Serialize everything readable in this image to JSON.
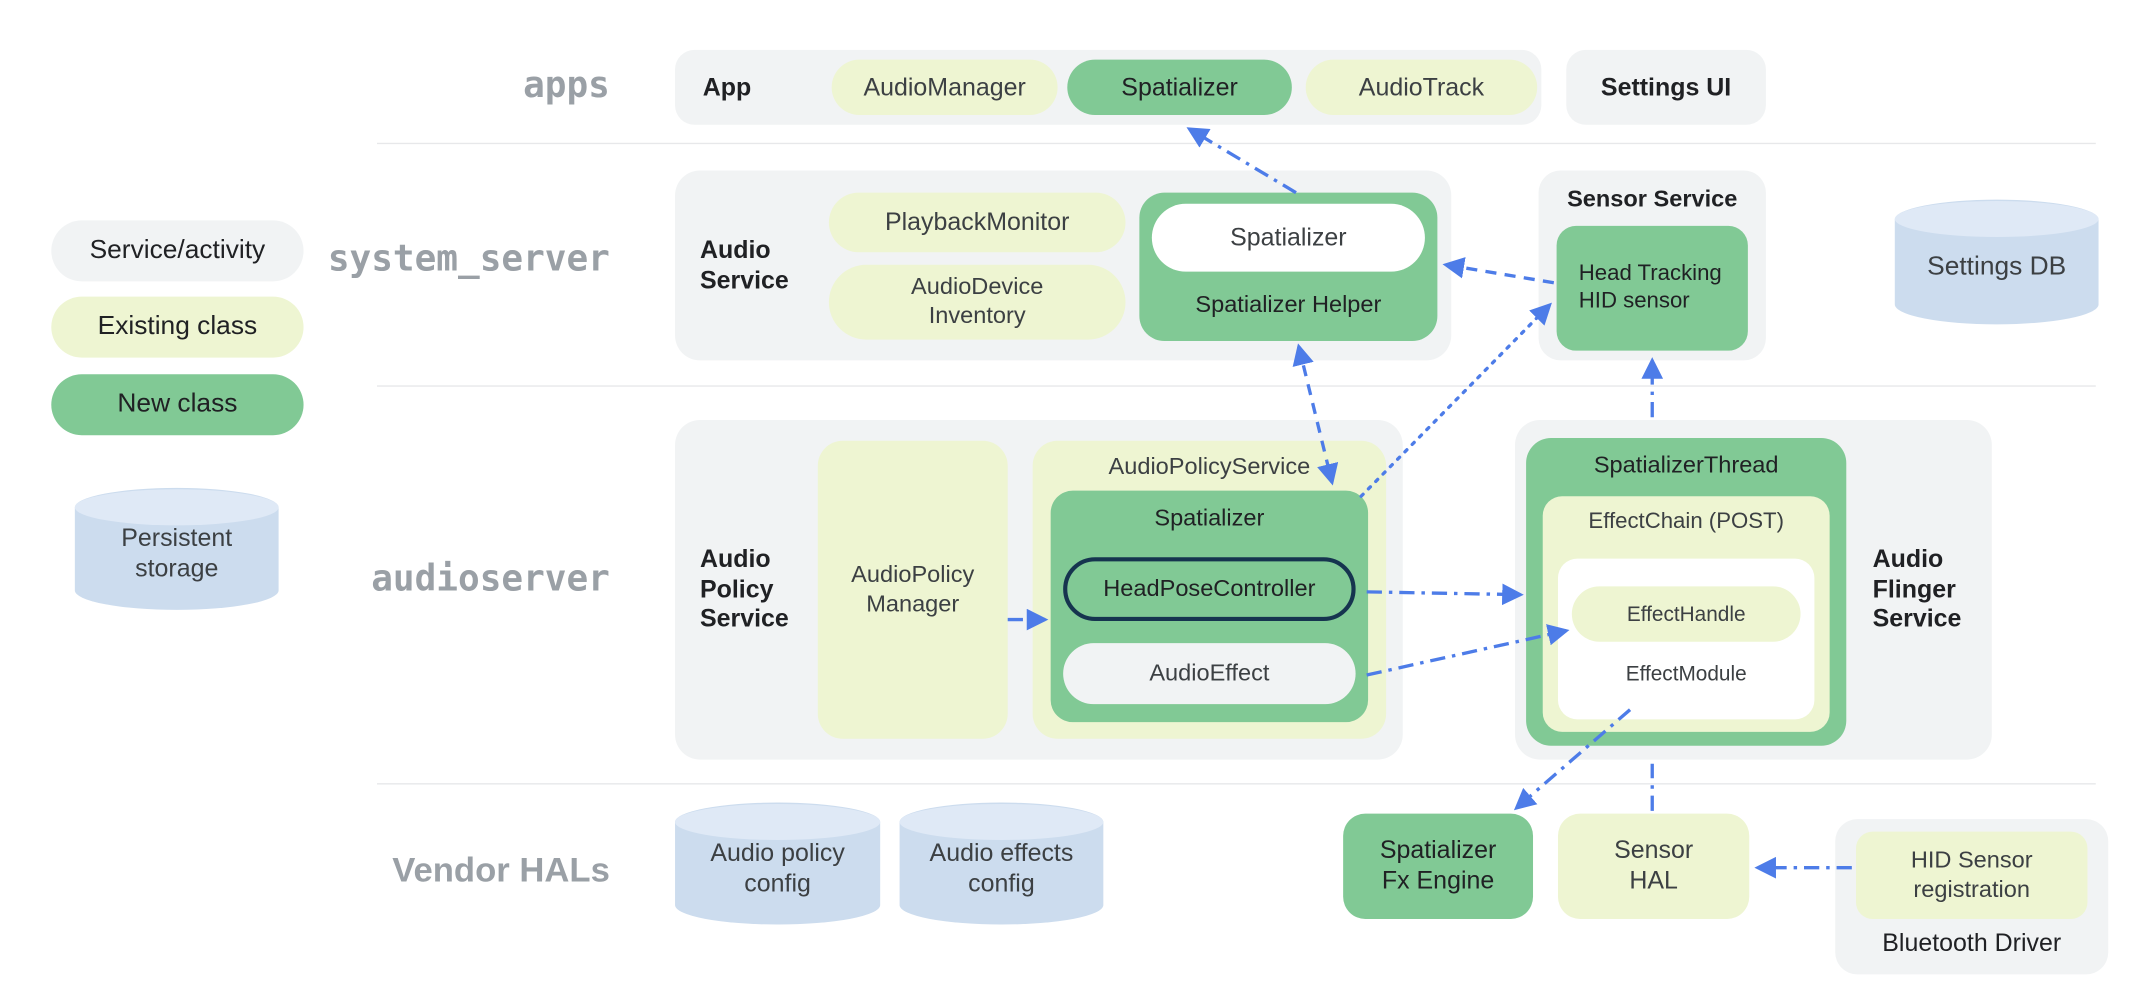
{
  "colors": {
    "green": "#81c995",
    "yellow": "#eef5d2",
    "gray": "#f1f3f4",
    "arrow": "#4d7ce8",
    "cylinder": "#ccdcee",
    "cylinder_top": "#dfe9f6",
    "outline": "#16344f"
  },
  "layers": {
    "apps": "apps",
    "system_server": "system_server",
    "audioserver": "audioserver",
    "vendor_hals": "Vendor HALs"
  },
  "legend": {
    "service_activity": "Service/activity",
    "existing_class": "Existing class",
    "new_class": "New class",
    "persistent_storage": "Persistent storage"
  },
  "apps": {
    "app_title": "App",
    "audio_manager": "AudioManager",
    "spatializer": "Spatializer",
    "audio_track": "AudioTrack",
    "settings_ui": "Settings UI"
  },
  "system_server": {
    "audio_service_title": "Audio Service",
    "playback_monitor": "PlaybackMonitor",
    "audio_device_inventory": "AudioDevice Inventory",
    "spatializer": "Spatializer",
    "spatializer_helper": "Spatializer Helper",
    "sensor_service_title": "Sensor Service",
    "head_tracking_sensor": "Head Tracking HID sensor",
    "settings_db": "Settings DB"
  },
  "audioserver": {
    "audio_policy_service_title": "Audio Policy Service",
    "audio_policy_manager": "AudioPolicy Manager",
    "audio_policy_service": "AudioPolicyService",
    "spatializer": "Spatializer",
    "head_pose_controller": "HeadPoseController",
    "audio_effect": "AudioEffect",
    "spatializer_thread": "SpatializerThread",
    "effect_chain": "EffectChain (POST)",
    "effect_handle": "EffectHandle",
    "effect_module": "EffectModule",
    "audio_flinger_service_title": "Audio Flinger Service"
  },
  "vendor_hals": {
    "audio_policy_config": "Audio policy config",
    "audio_effects_config": "Audio effects config",
    "spatializer_fx_engine": "Spatializer Fx Engine",
    "sensor_hal": "Sensor HAL",
    "hid_sensor_registration": "HID Sensor registration",
    "bluetooth_driver": "Bluetooth Driver"
  }
}
